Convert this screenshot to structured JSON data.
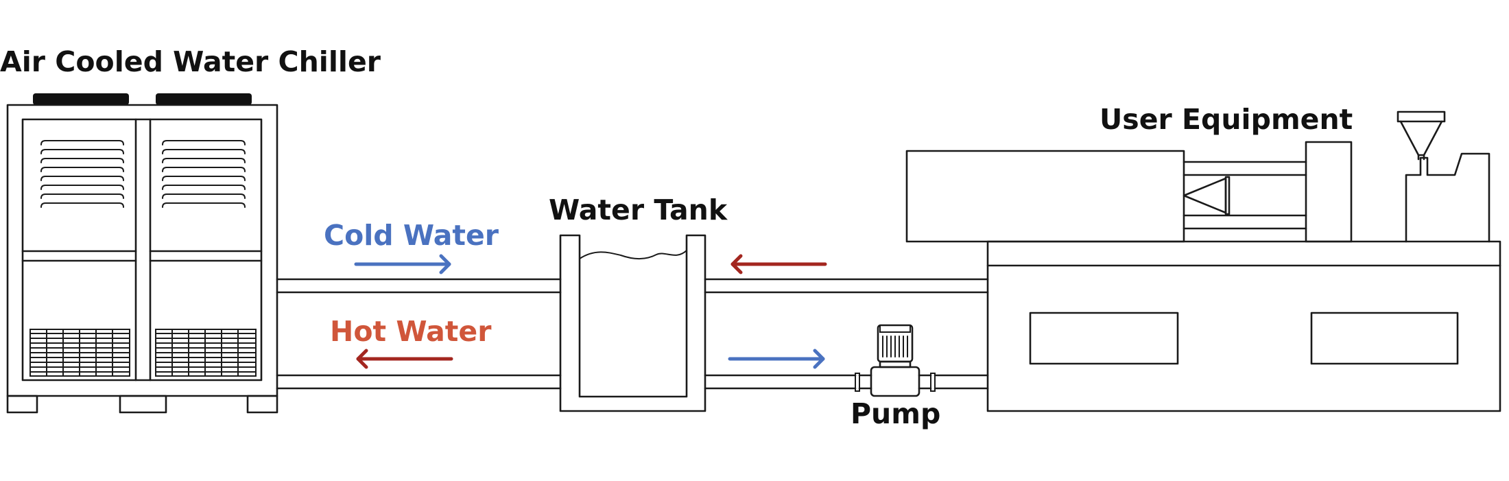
{
  "labels": {
    "chiller": "Air Cooled Water Chiller",
    "tank": "Water Tank",
    "equipment": "User Equipment",
    "cold": "Cold Water",
    "hot": "Hot Water",
    "pump": "Pump"
  },
  "colors": {
    "line": "#1a1a1a",
    "cold_label": "#4a72c0",
    "hot_label": "#d0563a",
    "cold_arrow": "#4a72c0",
    "hot_arrow": "#a3261f"
  },
  "icons": {
    "pump": "pump-icon",
    "fan": "fan-icon",
    "hopper": "hopper-icon"
  }
}
